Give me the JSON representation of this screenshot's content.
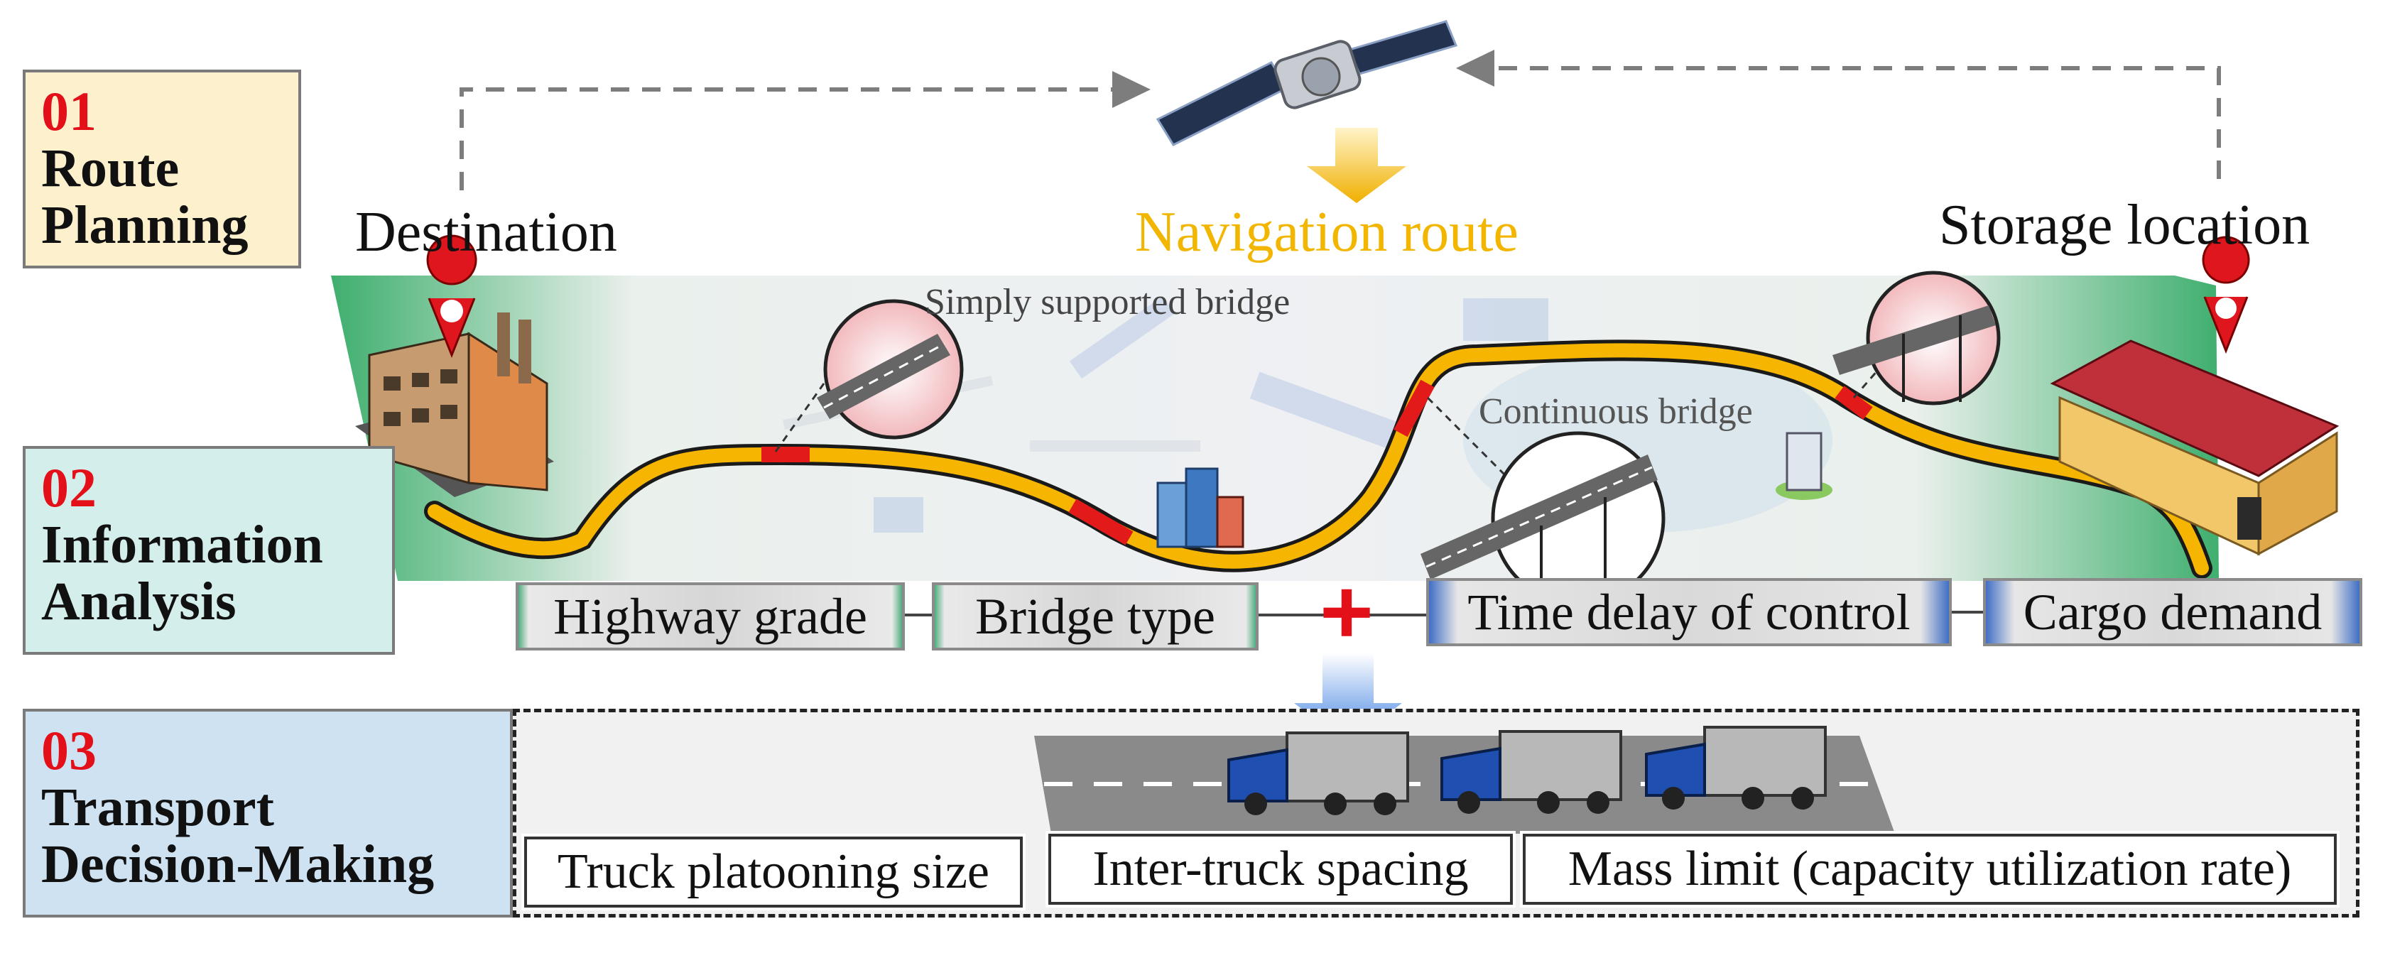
{
  "stages": [
    {
      "number": "01",
      "title_line1": "Route",
      "title_line2": "Planning"
    },
    {
      "number": "02",
      "title_line1": "Information",
      "title_line2": "Analysis"
    },
    {
      "number": "03",
      "title_line1": "Transport",
      "title_line2": "Decision-Making"
    }
  ],
  "map": {
    "destination_label": "Destination",
    "storage_label": "Storage location",
    "navigation_label": "Navigation route",
    "simply_bridge_label": "Simply supported bridge",
    "continuous_bridge_label": "Continuous bridge"
  },
  "factors": {
    "highway_grade": "Highway grade",
    "bridge_type": "Bridge type",
    "time_delay": "Time delay of control",
    "cargo_demand": "Cargo demand",
    "plus_symbol": "+"
  },
  "decisions": {
    "platoon_size": "Truck platooning size",
    "spacing": "Inter-truck spacing",
    "mass_limit": "Mass limit (capacity utilization rate)"
  },
  "colors": {
    "route": "#f5b500",
    "route_edge": "#1a1a1a",
    "bridge_segment": "#e31a1a",
    "stage_number": "#e3101a",
    "navigation_text": "#f2b600",
    "pin": "#e0161e",
    "truck_cab": "#1f4fb0"
  }
}
